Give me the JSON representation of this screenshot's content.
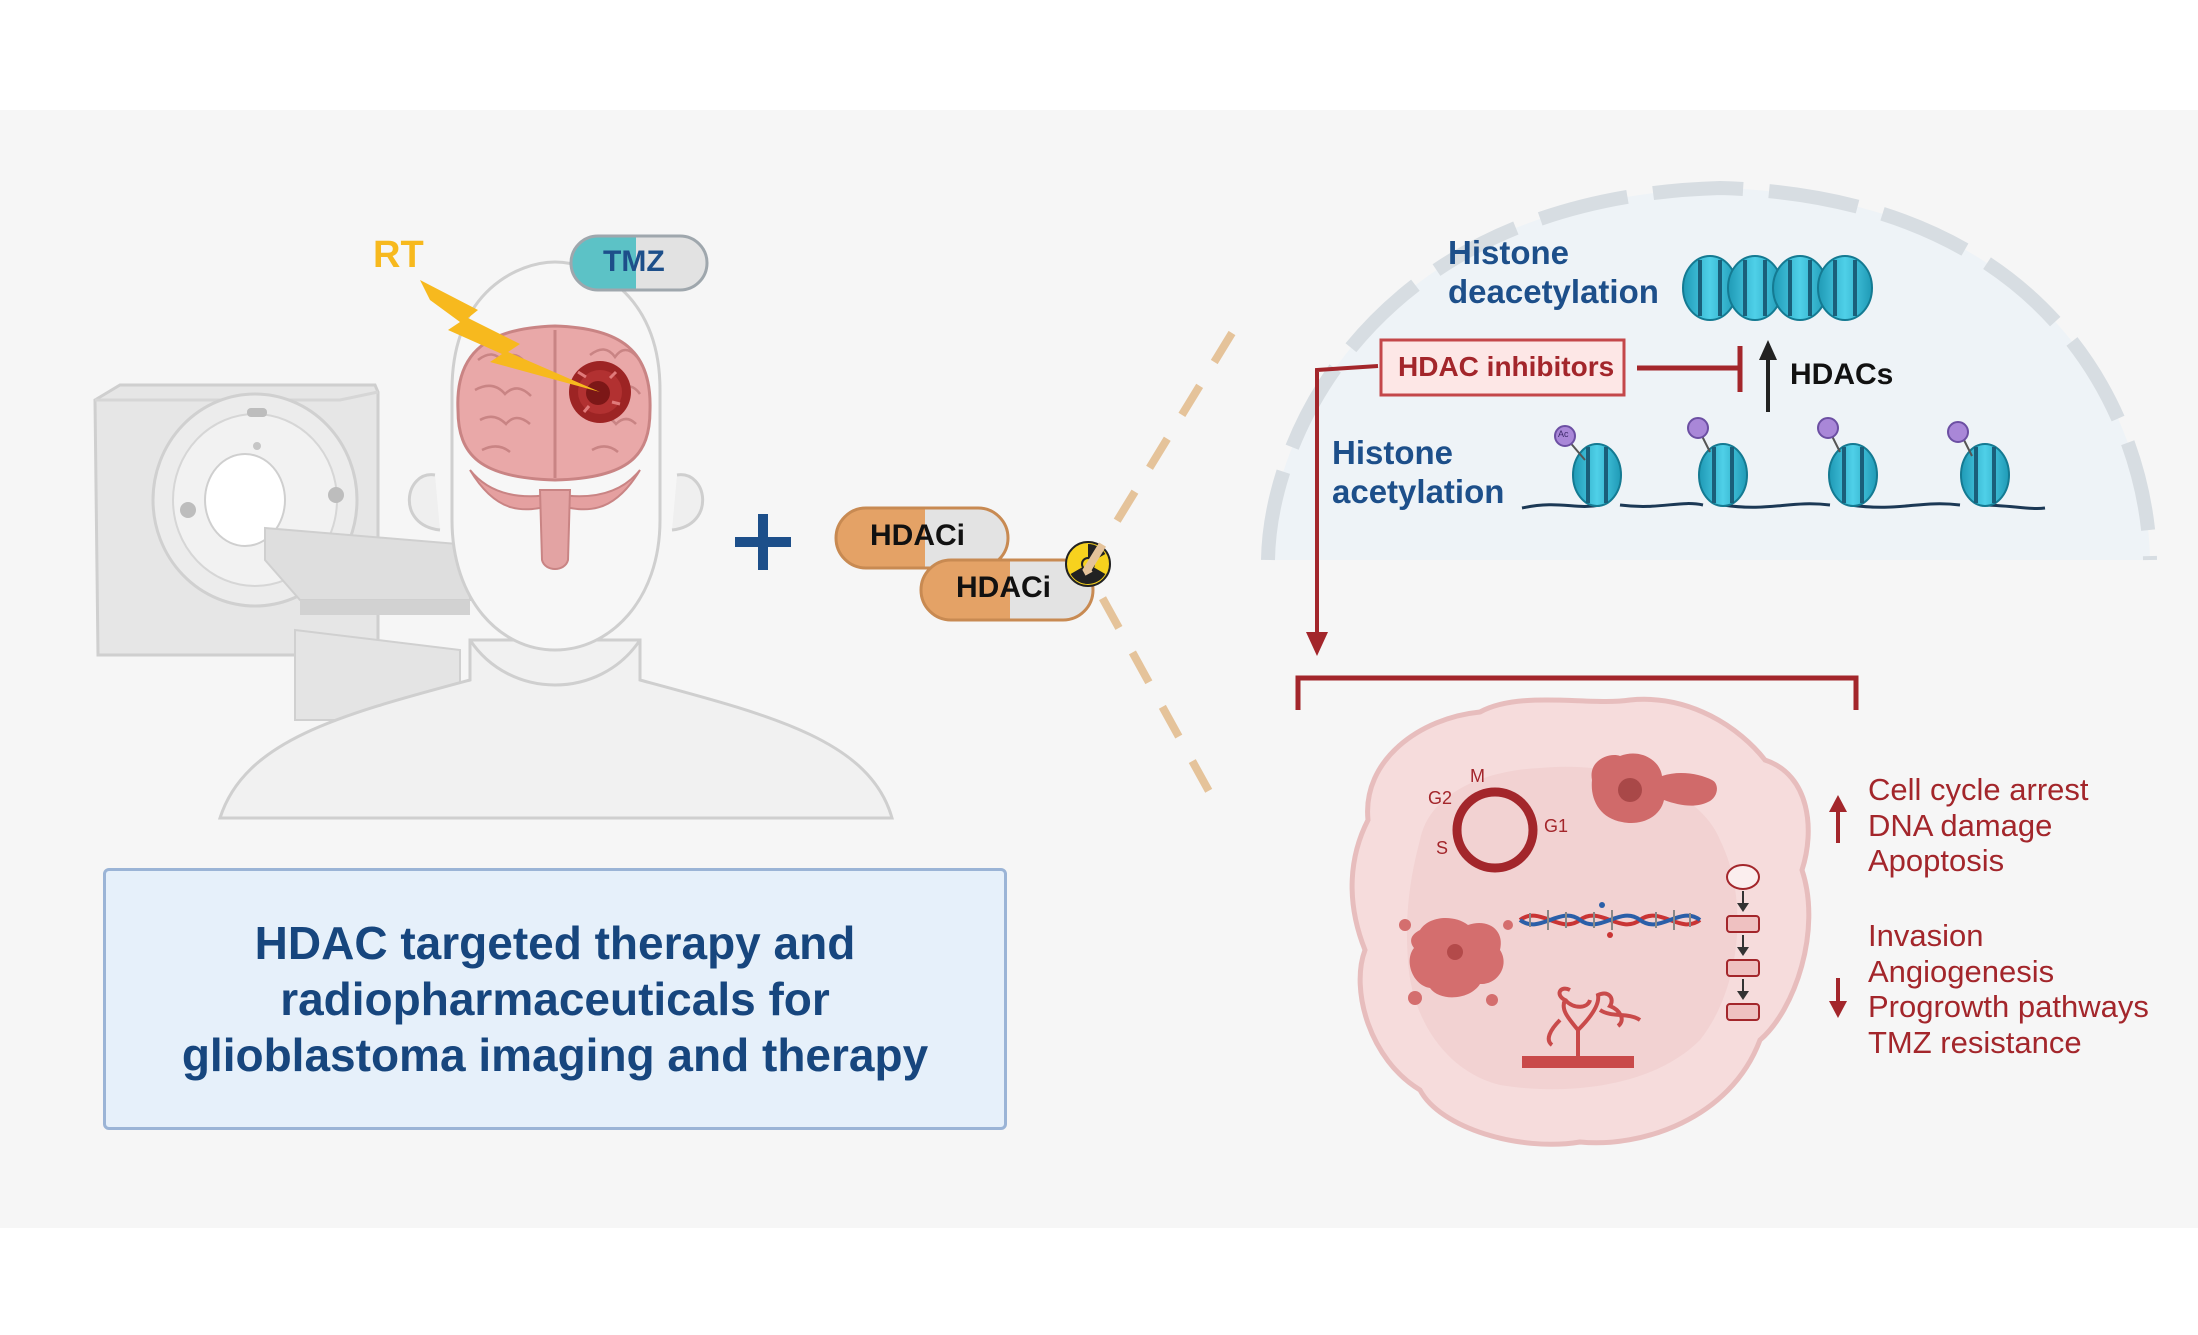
{
  "title": {
    "lines": [
      "HDAC targeted therapy and",
      "radiopharmaceuticals for",
      "glioblastoma imaging and therapy"
    ]
  },
  "treatments": {
    "rt": "RT",
    "tmz": "TMZ",
    "plus": "+",
    "hdaci": "HDACi",
    "hdaci_radio": "HDACi"
  },
  "epigenetics": {
    "deacetylation": [
      "Histone",
      "deacetylation"
    ],
    "acetylation": [
      "Histone",
      "acetylation"
    ],
    "inhibitor": "HDAC inhibitors",
    "hdacs": "HDACs",
    "ac_mark": "Ac"
  },
  "cell_cycle": {
    "m": "M",
    "g2": "G2",
    "s": "S",
    "g1": "G1"
  },
  "effects": {
    "up": [
      "Cell cycle arrest",
      "DNA damage",
      "Apoptosis"
    ],
    "down": [
      "Invasion",
      "Angiogenesis",
      "Progrowth pathways",
      "TMZ resistance"
    ]
  },
  "colors": {
    "navy": "#1d4f8a",
    "dark_red": "#a3262b",
    "teal": "#36b3cc",
    "orange": "#e4a266",
    "yellow": "#f7b91e",
    "brain_pink": "#e9a8a8"
  }
}
